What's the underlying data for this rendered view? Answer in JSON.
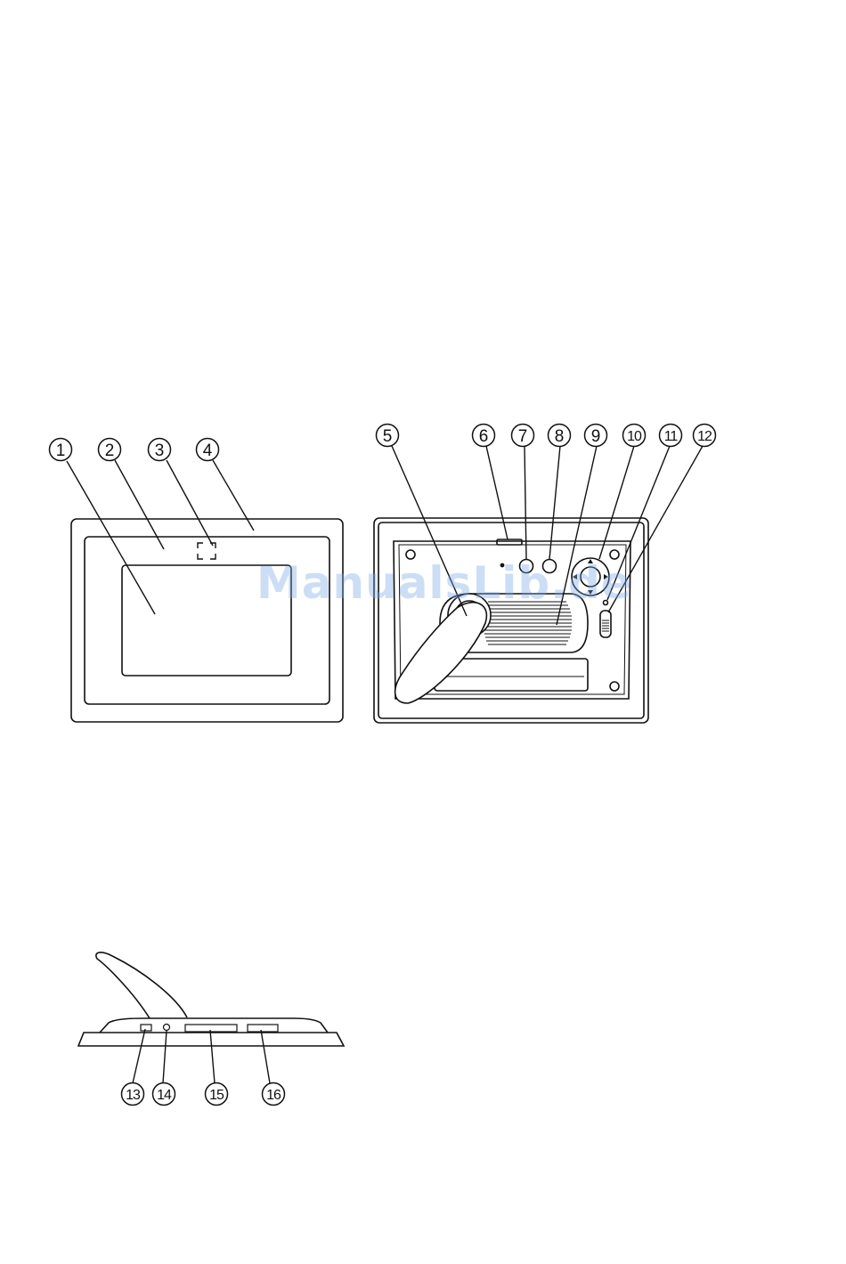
{
  "watermark": "ManualsLib.de",
  "callouts": {
    "front": [
      "1",
      "2",
      "3",
      "4"
    ],
    "back": [
      "5",
      "6",
      "7",
      "8",
      "9",
      "10",
      "11",
      "12"
    ],
    "side": [
      "13",
      "14",
      "15",
      "16"
    ]
  }
}
